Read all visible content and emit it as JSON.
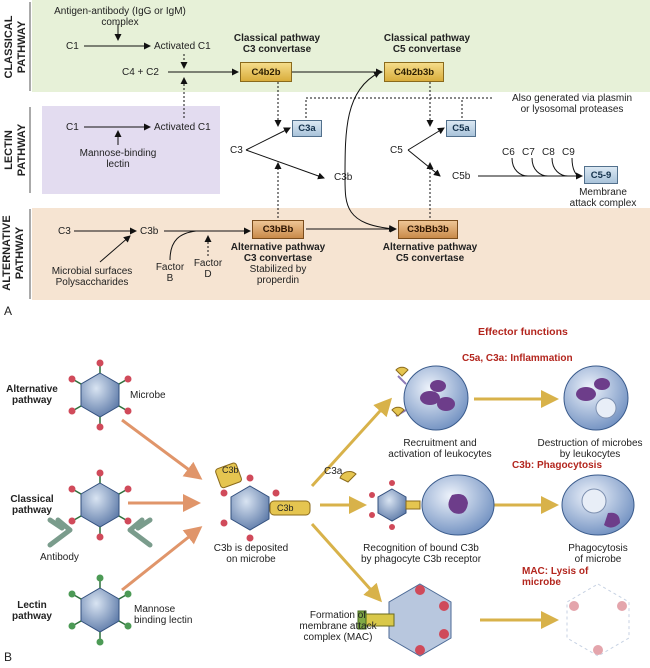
{
  "panel_a": {
    "letter": "A",
    "side_labels": {
      "classical_1": "CLASSICAL",
      "classical_2": "PATHWAY",
      "lectin_1": "LECTIN",
      "lectin_2": "PATHWAY",
      "alternative_1": "ALTERNATIVE",
      "alternative_2": "PATHWAY"
    },
    "classical": {
      "trigger_1": "Antigen-antibody (IgG or IgM)",
      "trigger_2": "complex",
      "c1": "C1",
      "activated_c1": "Activated C1",
      "c4_c2": "C4 + C2",
      "c3_convertase_title_1": "Classical pathway",
      "c3_convertase_title_2": "C3 convertase",
      "c3_convertase_box": "C4b2b",
      "c5_convertase_title_1": "Classical pathway",
      "c5_convertase_title_2": "C5 convertase",
      "c5_convertase_box": "C4b2b3b"
    },
    "lectin": {
      "c1": "C1",
      "activated_c1": "Activated C1",
      "trigger_1": "Mannose-binding",
      "trigger_2": "lectin"
    },
    "central": {
      "c3": "C3",
      "c3a": "C3a",
      "c3b": "C3b",
      "c5": "C5",
      "c5a": "C5a",
      "c5b": "C5b",
      "c6": "C6",
      "c7": "C7",
      "c8": "C8",
      "c9": "C9",
      "c5_9": "C5-9",
      "mac_1": "Membrane",
      "mac_2": "attack complex",
      "note_1": "Also generated via plasmin",
      "note_2": "or lysosomal proteases"
    },
    "alternative": {
      "c3": "C3",
      "c3b": "C3b",
      "factor_b_1": "Factor",
      "factor_b_2": "B",
      "factor_d_1": "Factor",
      "factor_d_2": "D",
      "trigger_1": "Microbial surfaces",
      "trigger_2": "Polysaccharides",
      "c3_convertase_box": "C3bBb",
      "c3_convertase_title_1": "Alternative pathway",
      "c3_convertase_title_2": "C3 convertase",
      "stabilized_1": "Stabilized by",
      "stabilized_2": "properdin",
      "c5_convertase_box": "C3bBb3b",
      "c5_convertase_title_1": "Alternative pathway",
      "c5_convertase_title_2": "C5 convertase"
    }
  },
  "panel_b": {
    "letter": "B",
    "pathways": {
      "alternative_1": "Alternative",
      "alternative_2": "pathway",
      "classical_1": "Classical",
      "classical_2": "pathway",
      "lectin_1": "Lectin",
      "lectin_2": "pathway"
    },
    "microbe": "Microbe",
    "antibody": "Antibody",
    "mannose_1": "Mannose",
    "mannose_2": "binding lectin",
    "c3b_tag_top": "C3b",
    "c3b_tag_side": "C3b",
    "deposit_1": "C3b is deposited",
    "deposit_2": "on microbe",
    "c3a_tag": "C3a",
    "effector_title": "Effector functions",
    "inflammation_title": "C5a, C3a: Inflammation",
    "recruit_1": "Recruitment and",
    "recruit_2": "activation of leukocytes",
    "destruct_1": "Destruction of microbes",
    "destruct_2": "by leukocytes",
    "phago_title": "C3b: Phagocytosis",
    "recog_1": "Recognition of bound C3b",
    "recog_2": "by phagocyte C3b receptor",
    "phago_1": "Phagocytosis",
    "phago_2": "of microbe",
    "mac_title_1": "MAC: Lysis of",
    "mac_title_2": "microbe",
    "mac_form_1": "Formation of",
    "mac_form_2": "membrane attack",
    "mac_form_3": "complex (MAC)"
  },
  "colors": {
    "classical_band": "#e7f1d8",
    "lectin_band": "#e3dcf0",
    "alternative_band": "#f6e4d2",
    "arrow_orange": "#e0956a",
    "arrow_gold": "#d8b24a",
    "effector_red": "#b3261e"
  }
}
